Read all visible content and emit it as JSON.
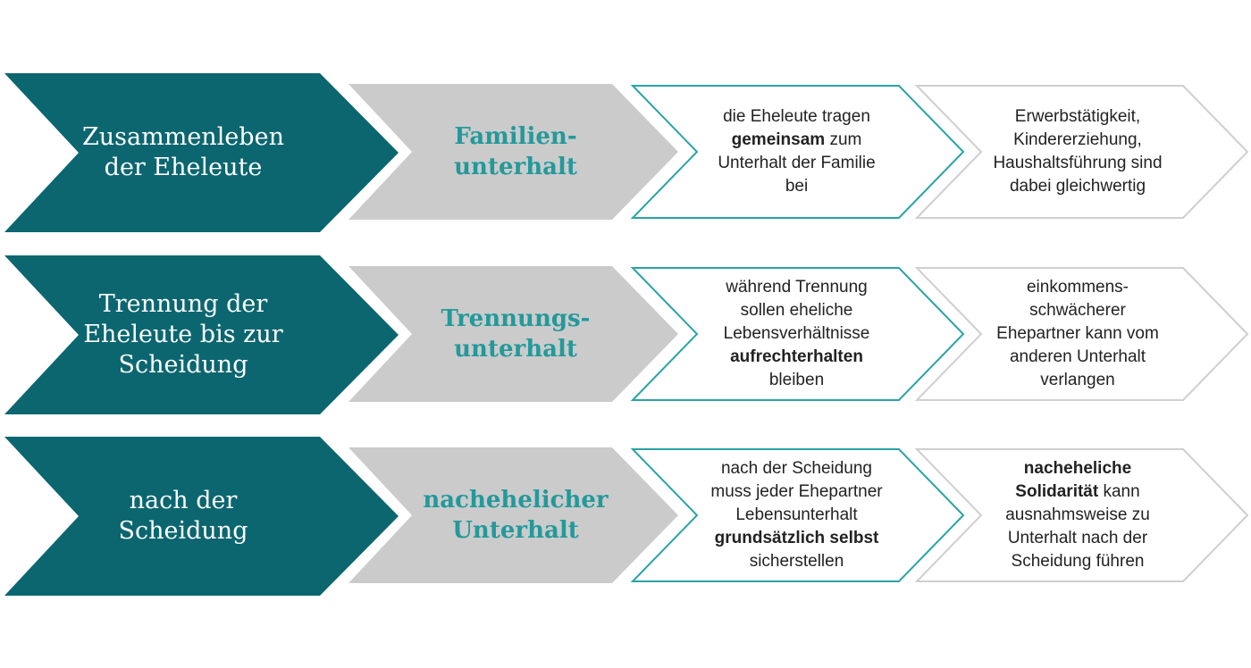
{
  "colors": {
    "stage_fill": "#0b6670",
    "type_fill": "#cbcbcb",
    "type_text": "#23999b",
    "desc_outline": "#29a3a6",
    "note_outline": "#cfcfcf"
  },
  "rows": [
    {
      "stage": [
        "Zusammenleben",
        "der Eheleute"
      ],
      "type": [
        "Familien-",
        "unterhalt"
      ],
      "desc": [
        [
          {
            "t": "die Eheleute tragen",
            "b": false
          }
        ],
        [
          {
            "t": "gemeinsam",
            "b": true
          },
          {
            "t": " zum",
            "b": false
          }
        ],
        [
          {
            "t": "Unterhalt der Familie",
            "b": false
          }
        ],
        [
          {
            "t": "bei",
            "b": false
          }
        ]
      ],
      "note": [
        [
          {
            "t": "Erwerbstätigkeit,",
            "b": false
          }
        ],
        [
          {
            "t": "Kindererziehung,",
            "b": false
          }
        ],
        [
          {
            "t": "Haushaltsführung sind",
            "b": false
          }
        ],
        [
          {
            "t": "dabei gleichwertig",
            "b": false
          }
        ]
      ]
    },
    {
      "stage": [
        "Trennung der",
        "Eheleute bis zur",
        "Scheidung"
      ],
      "type": [
        "Trennungs-",
        "unterhalt"
      ],
      "desc": [
        [
          {
            "t": "während Trennung",
            "b": false
          }
        ],
        [
          {
            "t": "sollen eheliche",
            "b": false
          }
        ],
        [
          {
            "t": "Lebensverhältnisse",
            "b": false
          }
        ],
        [
          {
            "t": "aufrechterhalten",
            "b": true
          }
        ],
        [
          {
            "t": "bleiben",
            "b": false
          }
        ]
      ],
      "note": [
        [
          {
            "t": "einkommens-",
            "b": false
          }
        ],
        [
          {
            "t": "schwächerer",
            "b": false
          }
        ],
        [
          {
            "t": "Ehepartner kann vom",
            "b": false
          }
        ],
        [
          {
            "t": "anderen Unterhalt",
            "b": false
          }
        ],
        [
          {
            "t": "verlangen",
            "b": false
          }
        ]
      ]
    },
    {
      "stage": [
        "nach der",
        "Scheidung"
      ],
      "type": [
        "nachehelicher",
        "Unterhalt"
      ],
      "desc": [
        [
          {
            "t": "nach der Scheidung",
            "b": false
          }
        ],
        [
          {
            "t": "muss jeder Ehepartner",
            "b": false
          }
        ],
        [
          {
            "t": "Lebensunterhalt",
            "b": false
          }
        ],
        [
          {
            "t": "grundsätzlich selbst",
            "b": true
          }
        ],
        [
          {
            "t": "sicherstellen",
            "b": false
          }
        ]
      ],
      "note": [
        [
          {
            "t": "nacheheliche",
            "b": true
          }
        ],
        [
          {
            "t": "Solidarität",
            "b": true
          },
          {
            "t": " kann",
            "b": false
          }
        ],
        [
          {
            "t": "ausnahmsweise zu",
            "b": false
          }
        ],
        [
          {
            "t": "Unterhalt nach der",
            "b": false
          }
        ],
        [
          {
            "t": "Scheidung führen",
            "b": false
          }
        ]
      ]
    }
  ]
}
